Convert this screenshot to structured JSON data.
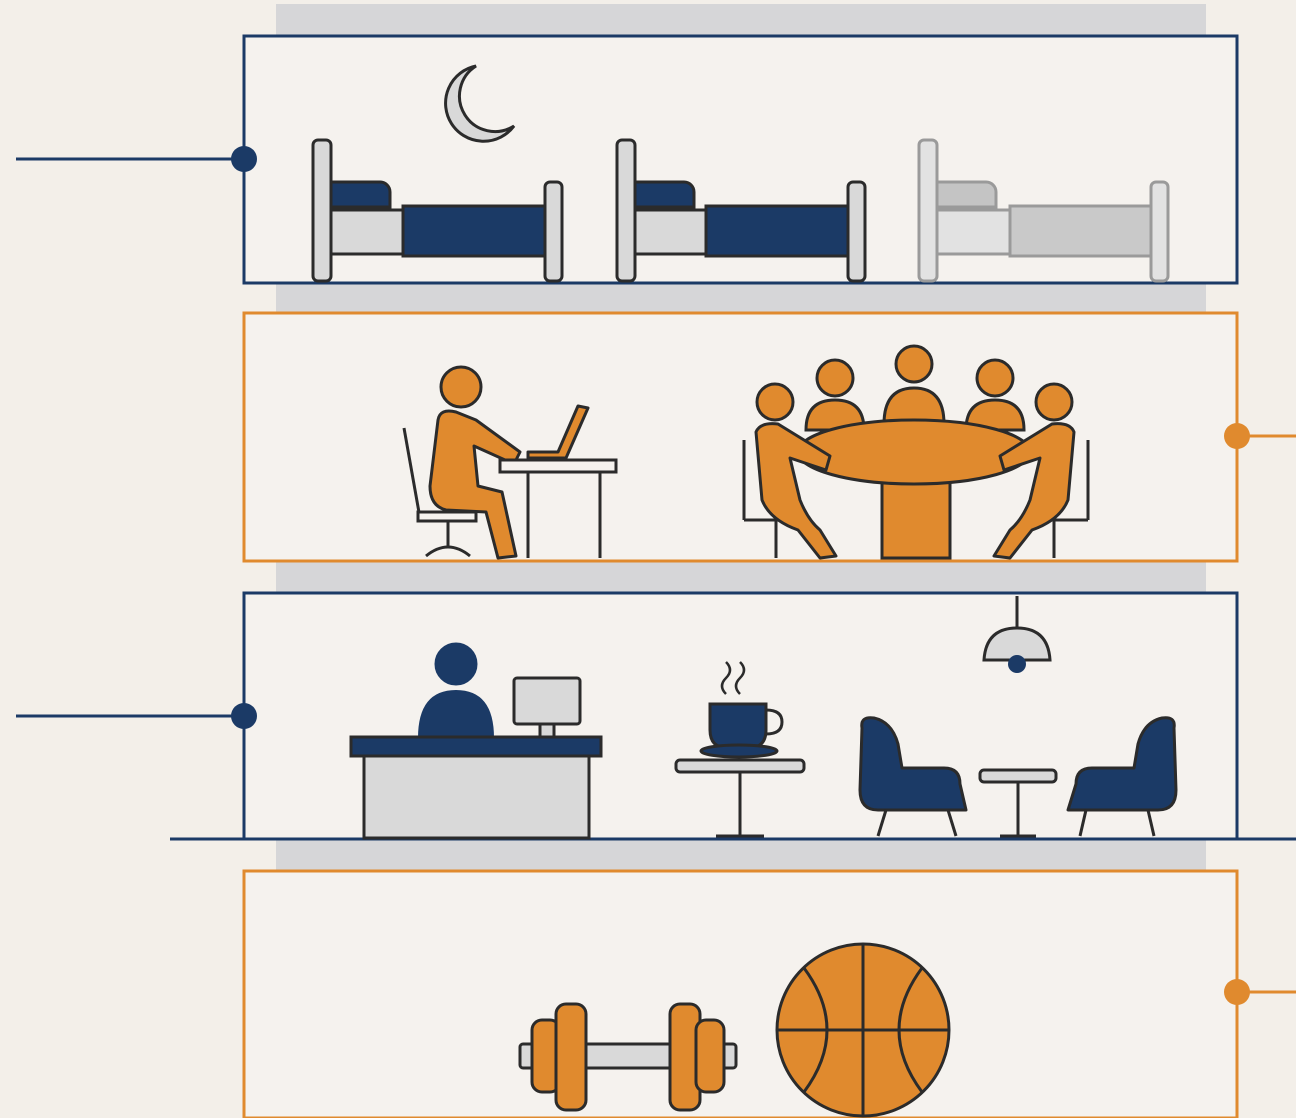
{
  "colors": {
    "background": "#f3efe9",
    "navy": "#1b3a66",
    "orange": "#e08a2e",
    "outline": "#2b2b2b",
    "light_gray": "#d9d9d9",
    "mid_gray": "#bdbdbd",
    "shadow": "#d6d6d8"
  },
  "floors": [
    {
      "theme": "navy",
      "connector_side": "left",
      "icons": [
        "moon-icon",
        "bed-icon",
        "bed-icon",
        "bed-icon-empty"
      ]
    },
    {
      "theme": "orange",
      "connector_side": "right",
      "icons": [
        "person-laptop-icon",
        "meeting-table-icon"
      ]
    },
    {
      "theme": "navy",
      "connector_side": "left",
      "icons": [
        "reception-desk-icon",
        "computer-monitor-icon",
        "coffee-cup-icon",
        "pendant-lamp-icon",
        "armchair-icon",
        "side-table-icon",
        "armchair-icon"
      ]
    },
    {
      "theme": "orange",
      "connector_side": "right",
      "icons": [
        "dumbbell-icon",
        "basketball-icon"
      ]
    }
  ]
}
